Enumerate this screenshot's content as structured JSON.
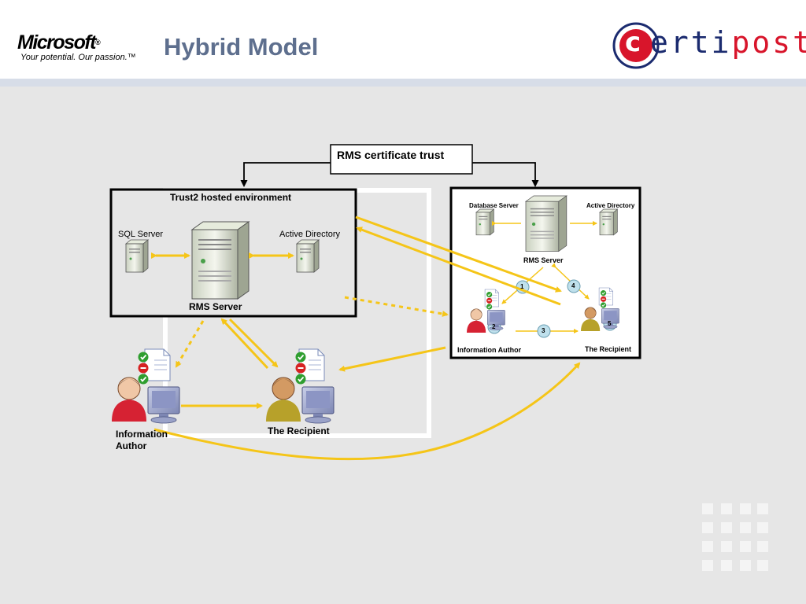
{
  "header": {
    "brand_left": "Microsoft",
    "brand_left_mark": "®",
    "brand_left_tagline": "Your potential. Our passion.™",
    "title": "Hybrid Model",
    "brand_right_letter": "c",
    "brand_right_rest1": "erti",
    "brand_right_rest2": "post"
  },
  "colors": {
    "arrow": "#f5c518",
    "title": "#5e6f8e",
    "brand_navy": "#1b2b6f",
    "brand_red": "#d8152b",
    "background": "#e6e6e6"
  },
  "diagram": {
    "trust_label": "RMS certificate trust",
    "hosted": {
      "title": "Trust2 hosted environment",
      "sql": "SQL Server",
      "ad": "Active Directory",
      "rms": "RMS Server"
    },
    "left_author": "Information Author",
    "left_recipient": "The Recipient",
    "onprem": {
      "db": "Database Server",
      "ad": "Active Directory",
      "rms": "RMS Server",
      "author": "Information Author",
      "recipient": "The Recipient",
      "steps": [
        "1",
        "2",
        "3",
        "4",
        "5"
      ]
    },
    "icons": [
      "server-icon",
      "user-icon",
      "document-icon",
      "monitor-icon",
      "check-icon",
      "deny-icon"
    ]
  }
}
